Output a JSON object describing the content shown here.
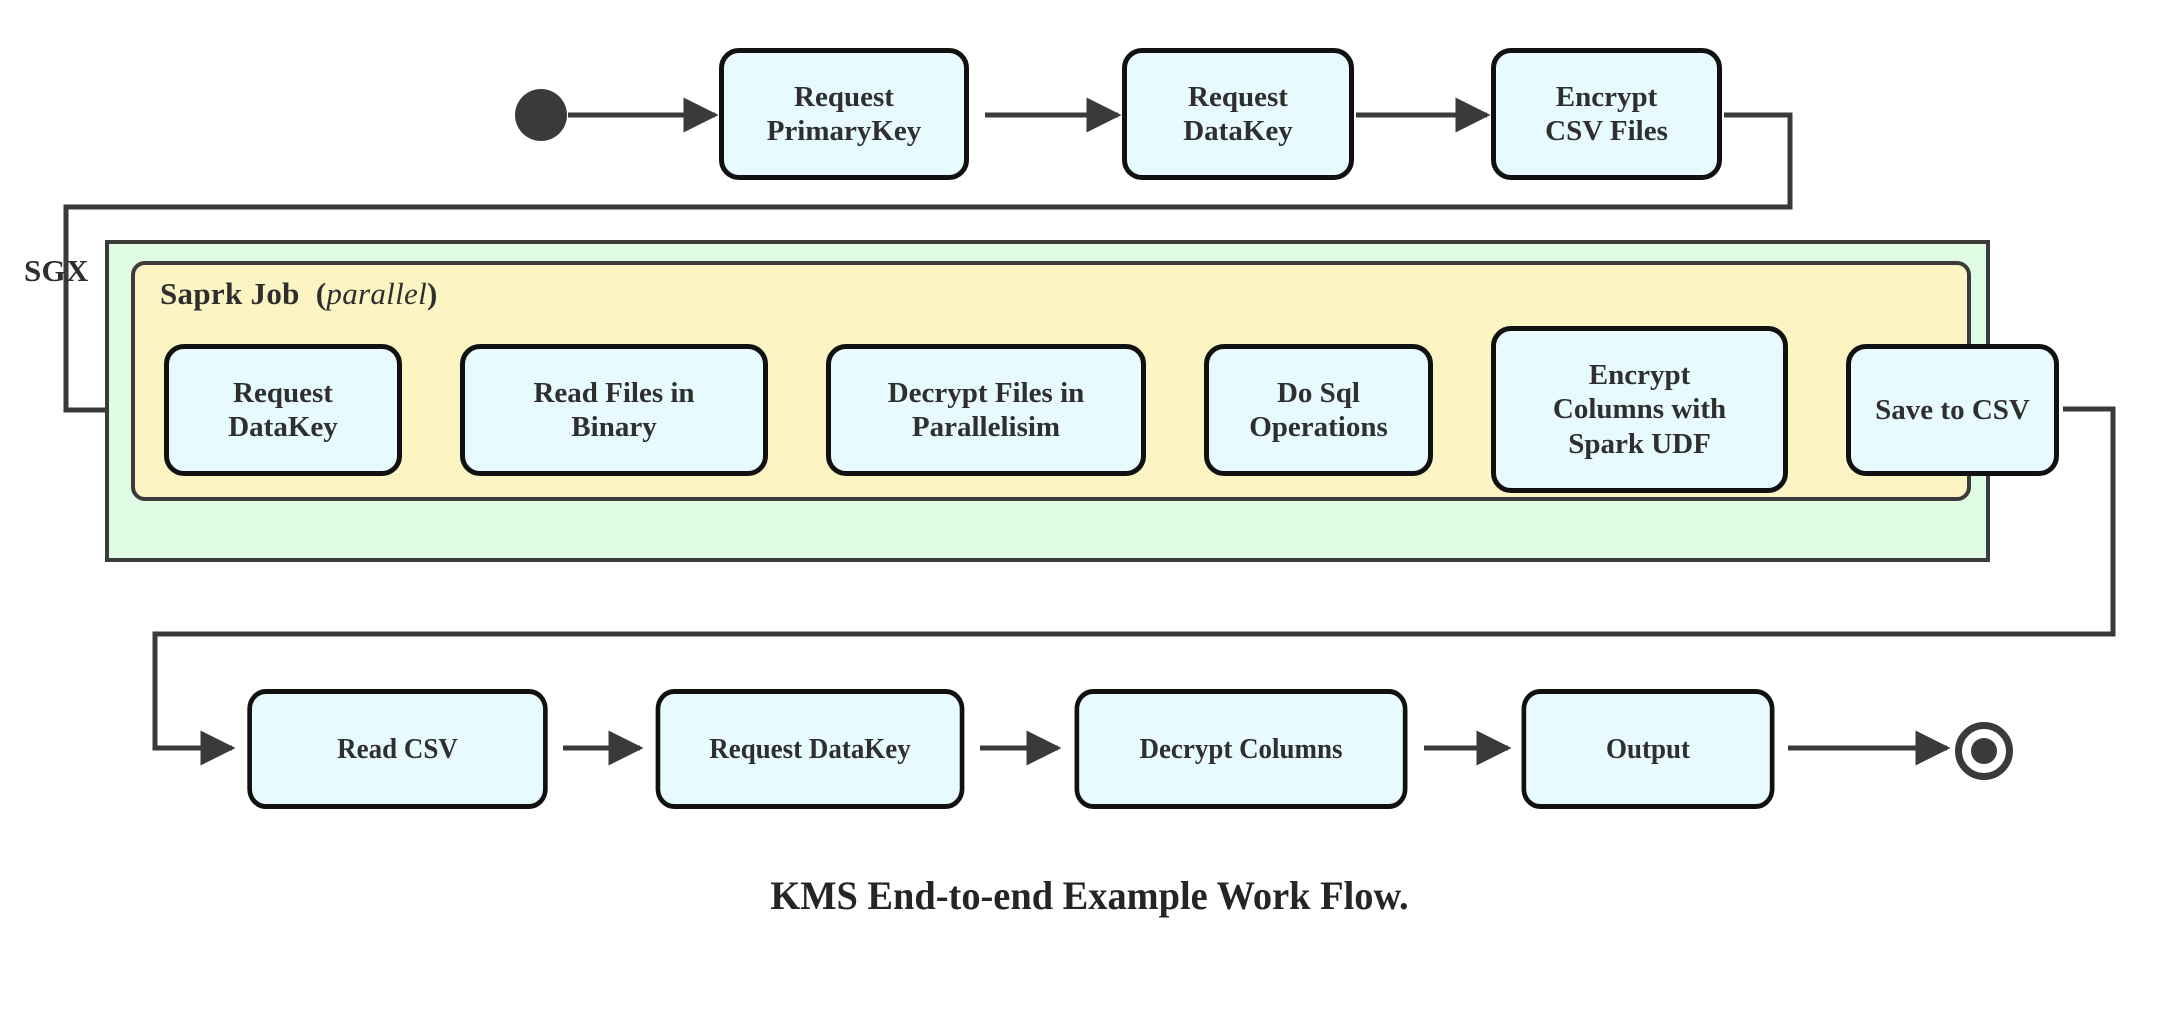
{
  "diagram": {
    "title": "KMS End-to-end Example Work Flow.",
    "colors": {
      "node_fill": "#e7fafd",
      "node_stroke": "#111111",
      "spark_fill": "#fcf4c2",
      "sgx_fill": "#dffbe1",
      "container_stroke": "#3b3b3b",
      "edge": "#3a3a3a",
      "text": "#2f2f2f",
      "background": "#ffffff"
    },
    "containers": [
      {
        "name": "sgx",
        "label": "SGX",
        "shape": "rectangle"
      },
      {
        "name": "spark-job",
        "label": "Saprk Job",
        "qualifier": "parallel",
        "qualifier_open": "(",
        "qualifier_close": ")",
        "shape": "rounded-rectangle"
      }
    ],
    "markers": {
      "start": "initial-state-filled-circle",
      "end": "final-state-ringed-circle"
    },
    "rows": {
      "top": [
        {
          "id": "request-primarykey",
          "label": "Request\nPrimaryKey"
        },
        {
          "id": "request-datakey-top",
          "label": "Request\nDataKey"
        },
        {
          "id": "encrypt-csv-files",
          "label": "Encrypt\nCSV Files"
        }
      ],
      "spark": [
        {
          "id": "request-datakey-spark",
          "label": "Request\nDataKey"
        },
        {
          "id": "read-files-in-binary",
          "label": "Read Files in\nBinary"
        },
        {
          "id": "decrypt-files-in-parallelisim",
          "label": "Decrypt Files in\nParallelisim"
        },
        {
          "id": "do-sql-operations",
          "label": "Do Sql\nOperations"
        },
        {
          "id": "encrypt-columns-with-spark-udf",
          "label": "Encrypt\nColumns with\nSpark UDF"
        },
        {
          "id": "save-to-csv",
          "label": "Save to CSV"
        }
      ],
      "bottom": [
        {
          "id": "read-csv",
          "label": "Read CSV"
        },
        {
          "id": "request-datakey-bottom",
          "label": "Request DataKey"
        },
        {
          "id": "decrypt-columns",
          "label": "Decrypt Columns"
        },
        {
          "id": "output",
          "label": "Output"
        }
      ]
    },
    "edges": [
      {
        "from": "start",
        "to": "request-primarykey",
        "type": "arrow"
      },
      {
        "from": "request-primarykey",
        "to": "request-datakey-top",
        "type": "arrow"
      },
      {
        "from": "request-datakey-top",
        "to": "encrypt-csv-files",
        "type": "arrow"
      },
      {
        "from": "encrypt-csv-files",
        "to": "request-datakey-spark",
        "type": "orthogonal-arrow"
      },
      {
        "from": "request-datakey-spark",
        "to": "read-files-in-binary",
        "type": "arrow"
      },
      {
        "from": "read-files-in-binary",
        "to": "decrypt-files-in-parallelisim",
        "type": "arrow"
      },
      {
        "from": "decrypt-files-in-parallelisim",
        "to": "do-sql-operations",
        "type": "arrow"
      },
      {
        "from": "do-sql-operations",
        "to": "encrypt-columns-with-spark-udf",
        "type": "arrow"
      },
      {
        "from": "encrypt-columns-with-spark-udf",
        "to": "save-to-csv",
        "type": "arrow"
      },
      {
        "from": "save-to-csv",
        "to": "read-csv",
        "type": "orthogonal-arrow"
      },
      {
        "from": "read-csv",
        "to": "request-datakey-bottom",
        "type": "arrow"
      },
      {
        "from": "request-datakey-bottom",
        "to": "decrypt-columns",
        "type": "arrow"
      },
      {
        "from": "decrypt-columns",
        "to": "output",
        "type": "arrow"
      },
      {
        "from": "output",
        "to": "end",
        "type": "arrow"
      }
    ]
  }
}
